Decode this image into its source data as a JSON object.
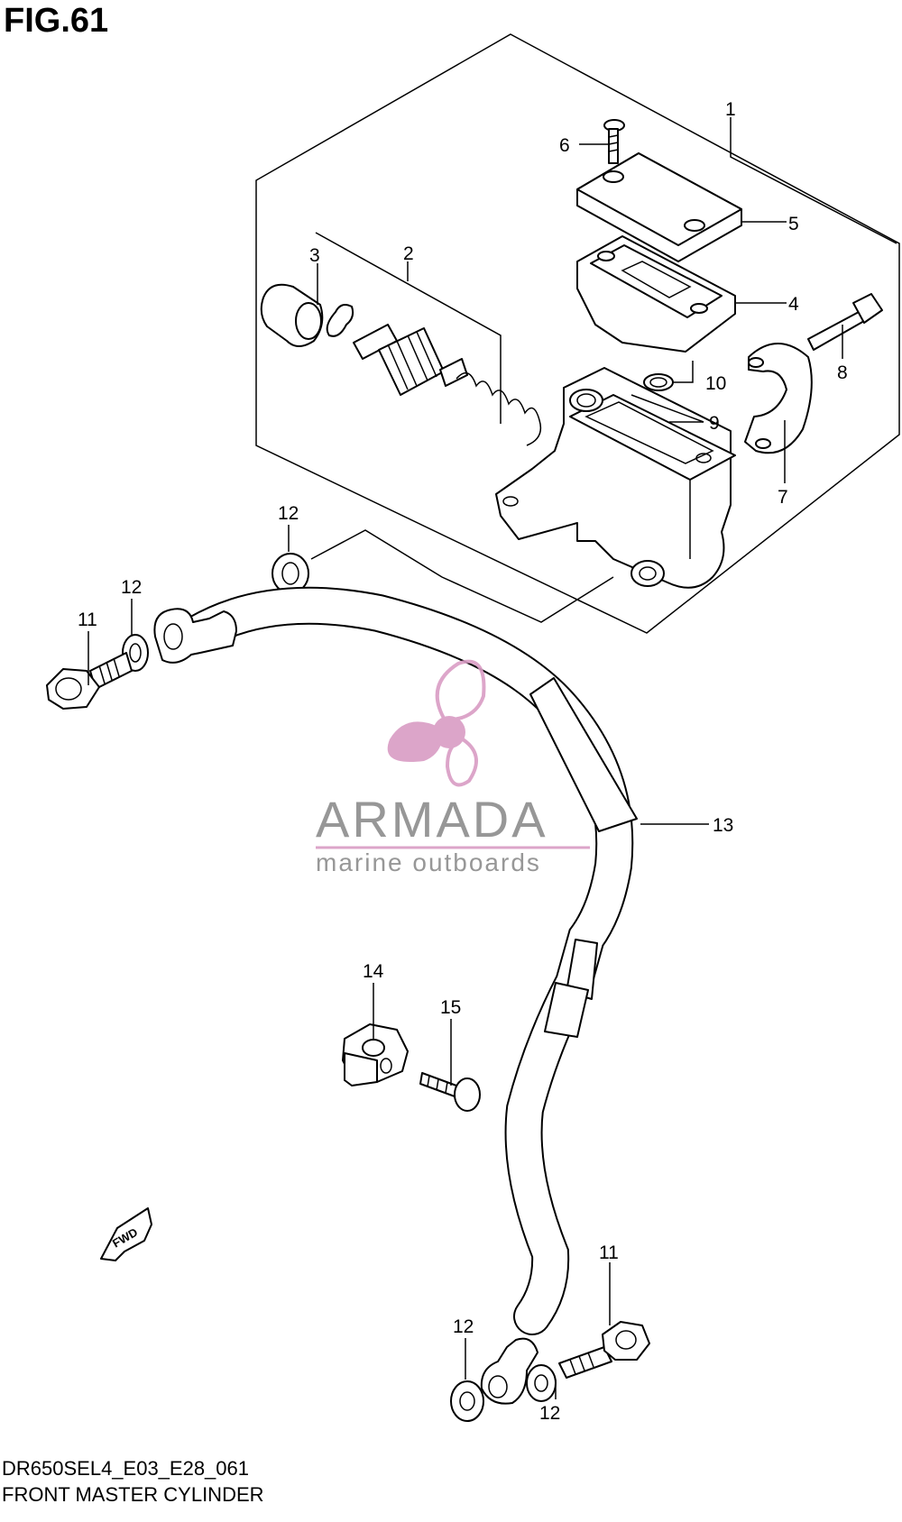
{
  "figure": {
    "title": "FIG.61"
  },
  "callouts": {
    "c1": "1",
    "c2": "2",
    "c3": "3",
    "c4": "4",
    "c5": "5",
    "c6": "6",
    "c7": "7",
    "c8": "8",
    "c9": "9",
    "c10": "10",
    "c11a": "11",
    "c11b": "11",
    "c12a": "12",
    "c12b": "12",
    "c12c": "12",
    "c12d": "12",
    "c13": "13",
    "c14": "14",
    "c15": "15"
  },
  "fwd_label": "FWD",
  "watermark": {
    "name": "ARMADA",
    "tagline": "marine outboards",
    "color": "#d99cc4"
  },
  "footer": {
    "code": "DR650SEL4_E03_E28_061",
    "name": "FRONT MASTER CYLINDER"
  }
}
